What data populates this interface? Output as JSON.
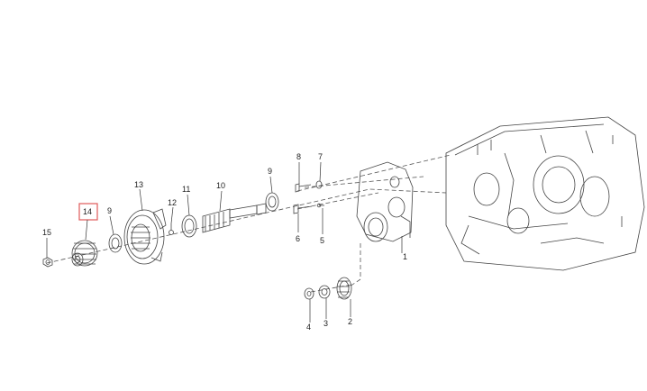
{
  "diagram": {
    "highlight_color": "#e05a5a",
    "line_color": "#444444",
    "callouts": [
      {
        "id": "p1",
        "label": "1"
      },
      {
        "id": "p2",
        "label": "2"
      },
      {
        "id": "p3",
        "label": "3"
      },
      {
        "id": "p4",
        "label": "4"
      },
      {
        "id": "p5",
        "label": "5"
      },
      {
        "id": "p6",
        "label": "6"
      },
      {
        "id": "p7",
        "label": "7"
      },
      {
        "id": "p8",
        "label": "8"
      },
      {
        "id": "p9a",
        "label": "9"
      },
      {
        "id": "p9b",
        "label": "9"
      },
      {
        "id": "p10",
        "label": "10"
      },
      {
        "id": "p11",
        "label": "11"
      },
      {
        "id": "p12",
        "label": "12"
      },
      {
        "id": "p13",
        "label": "13"
      },
      {
        "id": "p14",
        "label": "14",
        "highlighted": true
      },
      {
        "id": "p15",
        "label": "15"
      }
    ]
  }
}
